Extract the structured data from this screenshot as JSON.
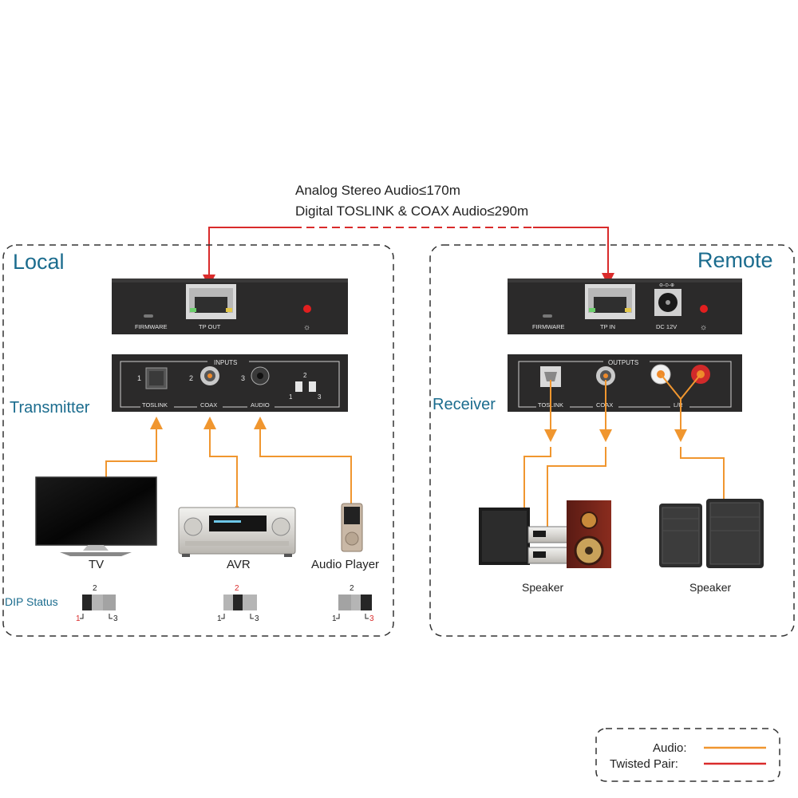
{
  "distance": {
    "line1": "Analog Stereo Audio≤170m",
    "line2": "Digital TOSLINK & COAX Audio≤290m"
  },
  "local": {
    "title": "Local",
    "device_label": "Transmitter",
    "rear": {
      "firmware": "FIRMWARE",
      "tp_port": "TP OUT"
    },
    "front": {
      "heading": "INPUTS",
      "port1_num": "1",
      "port2_num": "2",
      "port3_num": "3",
      "port1_label": "TOSLINK",
      "port2_label": "COAX",
      "port3_label": "AUDIO",
      "dip_top": "2",
      "dip_left": "1",
      "dip_right": "3"
    },
    "sources": [
      {
        "label": "TV"
      },
      {
        "label": "AVR"
      },
      {
        "label": "Audio Player"
      }
    ],
    "dip_status_label": "DIP Status",
    "dip_states": [
      {
        "top": "2",
        "left": "1",
        "right": "3",
        "active": "1"
      },
      {
        "top": "2",
        "left": "1",
        "right": "3",
        "active": "2"
      },
      {
        "top": "2",
        "left": "1",
        "right": "3",
        "active": "3"
      }
    ]
  },
  "remote": {
    "title": "Remote",
    "device_label": "Receiver",
    "rear": {
      "firmware": "FIRMWARE",
      "tp_port": "TP IN",
      "power": "DC 12V"
    },
    "front": {
      "heading": "OUTPUTS",
      "port1_label": "TOSLINK",
      "port2_label": "COAX",
      "port3_label": "L/R"
    },
    "sinks": [
      {
        "label": "Speaker"
      },
      {
        "label": "Speaker"
      }
    ]
  },
  "legend": {
    "audio_label": "Audio:",
    "twisted_pair_label": "Twisted Pair:"
  },
  "colors": {
    "audio_line": "#F0962F",
    "twisted_pair_line": "#D92B2B",
    "title_blue": "#1B6C8E",
    "device_body": "#2B2A2A",
    "dip_active": "#D92B2B"
  }
}
